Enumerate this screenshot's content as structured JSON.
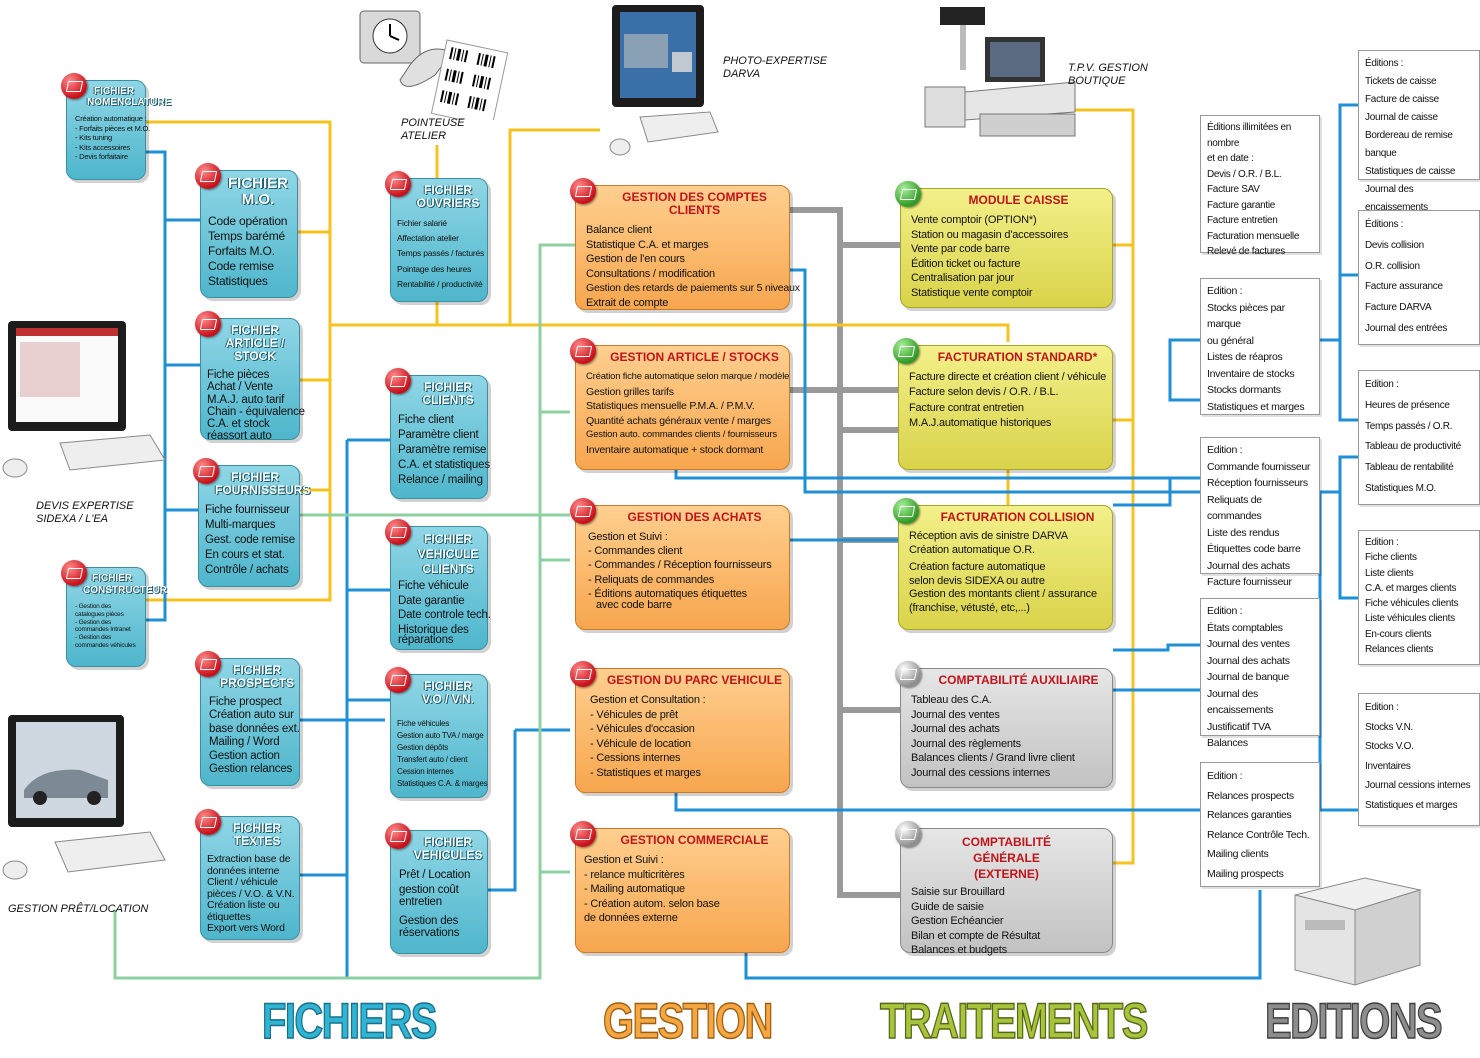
{
  "colors": {
    "teal": "#4fb6cc",
    "orange": "#f7a64e",
    "yellow": "#d9d34a",
    "grey": "#c2c2c2",
    "link_yellow": "#f5c320",
    "link_blue": "#1f8fd6",
    "link_grey": "#9a9a9a",
    "link_green": "#8fd0a0"
  },
  "devices": {
    "pointeuse": "POINTEUSE ATELIER",
    "photo": "PHOTO-EXPERTISE DARVA",
    "tpv": "T.P.V. GESTION BOUTIQUE",
    "devis": "DEVIS EXPERTISE SIDEXA / L'EA",
    "pret": "GESTION PRÊT/LOCATION"
  },
  "fichiers": {
    "nomenclature": {
      "title": "FICHIER NOMENCLATURE",
      "items": [
        "Création automatique :",
        "- Forfaits pièces et M.O.",
        "- Kits tuning",
        "- Kits accessoires",
        "- Devis forfaitaire"
      ]
    },
    "mo": {
      "title": "FICHIER M.O.",
      "items": [
        "Code opération",
        "Temps barémé",
        "Forfaits M.O.",
        "Code remise",
        "Statistiques"
      ]
    },
    "article": {
      "title": "FICHIER ARTICLE / STOCK",
      "items": [
        "Fiche pièces",
        "Achat / Vente",
        "M.A.J. auto tarif",
        "Chain - équivalence",
        "C.A. et stock",
        "réassort auto"
      ]
    },
    "fournisseurs": {
      "title": "FICHIER FOURNISSEURS",
      "items": [
        "Fiche fournisseur",
        "Multi-marques",
        "Gest. code remise",
        "En cours et stat.",
        "Contrôle / achats"
      ]
    },
    "constructeur": {
      "title": "FICHIER CONSTRUCTEUR",
      "items": [
        "- Gestion des",
        "catalogues pièces",
        "- Gestion des",
        "commandes Intranet",
        "- Gestion des",
        "commandes véhicules"
      ]
    },
    "prospects": {
      "title": "FICHIER PROSPECTS",
      "items": [
        "Fiche prospect",
        "Création auto sur",
        "base données ext.",
        "Mailing / Word",
        "Gestion action",
        "Gestion relances"
      ]
    },
    "textes": {
      "title": "FICHIER TEXTES",
      "items": [
        "Extraction base de",
        "données interne",
        "Client / véhicule",
        "pièces / V.O. & V.N.",
        "Création liste ou",
        "étiquettes",
        "Export vers Word"
      ]
    },
    "ouvriers": {
      "title": "FICHIER OUVRIERS",
      "items": [
        "Fichier salarié",
        "Affectation atelier",
        "Temps passés / facturés",
        "Pointage des heures",
        "Rentabilité / productivité"
      ]
    },
    "clients": {
      "title": "FICHIER CLIENTS",
      "items": [
        "Fiche client",
        "Paramètre client",
        "Paramètre remise",
        "C.A. et statistiques",
        "Relance / mailing"
      ]
    },
    "vehicule_clients": {
      "title": "FICHIER VEHICULE CLIENTS",
      "items": [
        "Fiche véhicule",
        "Date garantie",
        "Date controle tech.",
        "Historique des",
        "réparations"
      ]
    },
    "vovn": {
      "title": "FICHIER V.O / V.N.",
      "items": [
        "Fiche véhicules",
        "Gestion auto TVA / marge",
        "Gestion dépôts",
        "Transfert auto / client",
        "Cession internes",
        "Statistiques C.A. & marges"
      ]
    },
    "vehicules": {
      "title": "FICHIER VEHICULES",
      "items": [
        "Prêt / Location",
        "gestion coût",
        "entretien",
        "Gestion des",
        "réservations"
      ]
    }
  },
  "gestion": {
    "comptes": {
      "title": "GESTION DES COMPTES CLIENTS",
      "items": [
        "Balance client",
        "Statistique C.A. et marges",
        "Gestion de l'en cours",
        "Consultations / modification",
        "Gestion des retards de paiements sur 5 niveaux",
        "Extrait de compte"
      ]
    },
    "article": {
      "title": "GESTION ARTICLE / STOCKS",
      "items": [
        "Création fiche automatique selon marque / modèle",
        "Gestion grilles tarifs",
        "Statistiques mensuelle P.M.A. / P.M.V.",
        "Quantité achats généraux vente / marges",
        "Gestion auto. commandes clients / fournisseurs",
        "Inventaire automatique + stock dormant"
      ]
    },
    "achats": {
      "title": "GESTION DES ACHATS",
      "items": [
        "Gestion et Suivi :",
        "- Commandes client",
        "- Commandes / Réception fournisseurs",
        "- Reliquats de commandes",
        "- Éditions automatiques étiquettes",
        "  avec code barre"
      ]
    },
    "parc": {
      "title": "GESTION DU PARC VEHICULE",
      "items": [
        "Gestion et Consultation :",
        "- Véhicules de prêt",
        "- Véhicules d'occasion",
        "- Véhicule de location",
        "- Cessions internes",
        "- Statistiques et marges"
      ]
    },
    "commerciale": {
      "title": "GESTION COMMERCIALE",
      "items": [
        "Gestion et Suivi :",
        "- relance multicritères",
        "- Mailing automatique",
        "- Création autom. selon base",
        "de données externe"
      ]
    }
  },
  "traitements": {
    "caisse": {
      "title": "MODULE CAISSE",
      "items": [
        "Vente comptoir (OPTION*)",
        "Station ou magasin d'accessoires",
        "Vente par code barre",
        "Édition ticket ou facture",
        "Centralisation par jour",
        "Statistique vente comptoir"
      ]
    },
    "facturation": {
      "title": "FACTURATION STANDARD*",
      "items": [
        "Facture directe et création client / véhicule",
        "Facture selon devis / O.R. / B.L.",
        "Facture contrat entretien",
        "M.A.J.automatique historiques"
      ]
    },
    "collision": {
      "title": "FACTURATION COLLISION",
      "items": [
        "Réception avis de sinistre DARVA",
        "Création automatique O.R.",
        "Création facture automatique",
        "selon devis SIDEXA ou autre",
        "Gestion des montants client / assurance",
        "(franchise, vétusté, etc,...)"
      ]
    },
    "auxiliaire": {
      "title": "COMPTABILITÉ AUXILIAIRE",
      "items": [
        "Tableau des C.A.",
        "Journal des ventes",
        "Journal des achats",
        "Journal des règlements",
        "Balances clients / Grand livre client",
        "Journal des cessions internes"
      ]
    },
    "generale": {
      "title": "COMPTABILITÉ GÉNÉRALE (EXTERNE)",
      "items": [
        "Saisie sur Brouillard",
        "Guide de saisie",
        "Gestion Echéancier",
        "Bilan et compte de Résultat",
        "Balances et budgets"
      ]
    }
  },
  "editions": {
    "e1": [
      "Éditions illimitées en nombre",
      "et en date :",
      "Devis / O.R. / B.L.",
      "Facture SAV",
      "Facture garantie",
      "Facture entretien",
      "Facturation mensuelle",
      "Relevé de factures"
    ],
    "e2": [
      "Edition :",
      "Stocks pièces par marque",
      "ou général",
      "Listes de réapros",
      "Inventaire de stocks",
      "Stocks dormants",
      "Statistiques et marges"
    ],
    "e3": [
      "Edition :",
      "Commande fournisseur",
      "Réception fournisseurs",
      "Reliquats de commandes",
      "Liste des rendus",
      "Étiquettes code barre",
      "Journal des achats",
      "Facture fournisseur"
    ],
    "e4": [
      "Edition :",
      "États comptables",
      "Journal des ventes",
      "Journal des achats",
      "Journal de banque",
      "Journal des encaissements",
      "Justificatif TVA",
      "Balances"
    ],
    "e5": [
      "Edition :",
      "Relances prospects",
      "Relances garanties",
      "Relance Contrôle Tech.",
      "Mailing clients",
      "Mailing prospects"
    ],
    "r1": [
      "Éditions :",
      "Tickets de caisse",
      "Facture de caisse",
      "Journal de caisse",
      "Bordereau de remise banque",
      "Statistiques de caisse",
      "Journal des encaissements"
    ],
    "r2": [
      "Éditions :",
      "Devis collision",
      "O.R. collision",
      "Facture assurance",
      "Facture DARVA",
      "Journal des entrées"
    ],
    "r3": [
      "Edition :",
      "Heures de présence",
      "Temps passés / O.R.",
      "Tableau de productivité",
      "Tableau de rentabilité",
      "Statistiques M.O."
    ],
    "r4": [
      "Edition :",
      "Fiche clients",
      "Liste clients",
      "C.A. et marges clients",
      "Fiche véhicules clients",
      "Liste véhicules clients",
      "En-cours clients",
      "Relances clients"
    ],
    "r5": [
      "Edition :",
      "Stocks V.N.",
      "Stocks V.O.",
      "Inventaires",
      "Journal cessions internes",
      "Statistiques et marges"
    ]
  },
  "sections": {
    "fichiers": "FICHIERS",
    "gestion": "GESTION",
    "traitements": "TRAITEMENTS",
    "editions": "EDITIONS"
  }
}
